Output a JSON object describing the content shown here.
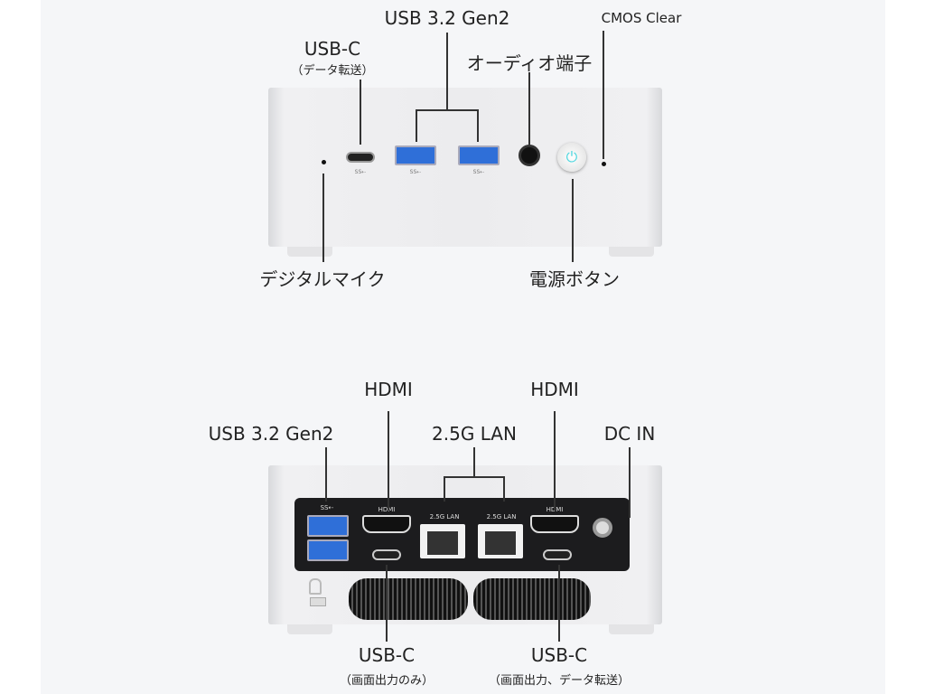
{
  "front": {
    "labels": {
      "usb_a": "USB 3.2 Gen2",
      "cmos": "CMOS Clear",
      "usb_c": "USB-C",
      "usb_c_sub": "（データ転送）",
      "audio": "オーディオ端子",
      "mic": "デジタルマイク",
      "power": "電源ボタン"
    },
    "port_marks": {
      "ss": "SS⇠"
    }
  },
  "rear": {
    "labels": {
      "hdmi_left": "HDMI",
      "hdmi_right": "HDMI",
      "usb_a": "USB 3.2 Gen2",
      "lan": "2.5G LAN",
      "dc": "DC IN",
      "usbc_left": "USB-C",
      "usbc_left_sub": "（画面出力のみ）",
      "usbc_right": "USB-C",
      "usbc_right_sub": "（画面出力、データ転送）"
    },
    "port_marks": {
      "hdmi": "HDMI",
      "lan": "2.5G LAN",
      "ss": "SS⇠"
    }
  },
  "colors": {
    "usb_blue": "#2f6fd8",
    "power_glow": "#4fd8e0",
    "panel": "#1c1c1e"
  }
}
